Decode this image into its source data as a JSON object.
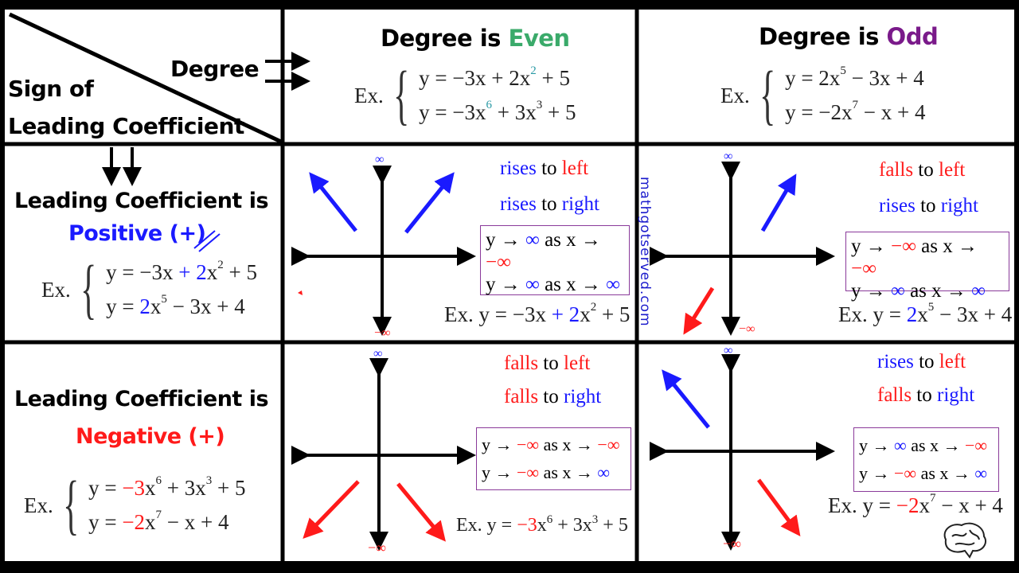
{
  "colors": {
    "blue": "#1a1aff",
    "red": "#ff1a1a",
    "teal": "#2a9aa5",
    "even": "#3aaa6a",
    "odd": "#7a1a8a",
    "box": "#8a3a9a"
  },
  "corner": {
    "degree": "Degree",
    "sign_line1": "Sign of",
    "sign_line2": "Leading Coefficient"
  },
  "header": {
    "even": {
      "prefix": "Degree is ",
      "word": "Even",
      "ex": "Ex.",
      "eq1": [
        {
          "t": "y = −3x + 2x"
        },
        {
          "s": "2",
          "c": "t"
        },
        {
          "t": " + 5"
        }
      ],
      "eq2": [
        {
          "t": "y = −3x"
        },
        {
          "s": "6",
          "c": "t"
        },
        {
          "t": " + 3x"
        },
        {
          "s": "3"
        },
        {
          "t": " + 5"
        }
      ]
    },
    "odd": {
      "prefix": "Degree is ",
      "word": "Odd",
      "ex": "Ex.",
      "eq1": [
        {
          "t": "y = 2x"
        },
        {
          "s": "5"
        },
        {
          "t": " − 3x + 4"
        }
      ],
      "eq2": [
        {
          "t": "y = −2x"
        },
        {
          "s": "7"
        },
        {
          "t": " − x + 4"
        }
      ]
    }
  },
  "rows": {
    "positive": {
      "title": "Leading Coefficient is",
      "sign": "Positive (+)",
      "ex": "Ex.",
      "eq1": [
        {
          "t": "y = −3x "
        },
        {
          "t": "+ 2",
          "c": "b"
        },
        {
          "t": "x"
        },
        {
          "s": "2"
        },
        {
          "t": " + 5"
        }
      ],
      "eq2": [
        {
          "t": "y = "
        },
        {
          "t": "2",
          "c": "b"
        },
        {
          "t": "x"
        },
        {
          "s": "5"
        },
        {
          "t": " − 3x + 4"
        }
      ]
    },
    "negative": {
      "title": "Leading Coefficient is",
      "sign": "Negative (+)",
      "ex": "Ex.",
      "eq1": [
        {
          "t": "y = "
        },
        {
          "t": "−3",
          "c": "r"
        },
        {
          "t": "x"
        },
        {
          "s": "6"
        },
        {
          "t": " + 3x"
        },
        {
          "s": "3"
        },
        {
          "t": " + 5"
        }
      ],
      "eq2": [
        {
          "t": "y = "
        },
        {
          "t": "−2",
          "c": "r"
        },
        {
          "t": "x"
        },
        {
          "s": "7"
        },
        {
          "t": " − x + 4"
        }
      ]
    }
  },
  "cells": {
    "even_pos": {
      "left": [
        {
          "t": "rises",
          "c": "b"
        },
        {
          "t": " to "
        },
        {
          "t": "left",
          "c": "r"
        }
      ],
      "right": [
        {
          "t": "rises",
          "c": "b"
        },
        {
          "t": " to "
        },
        {
          "t": "right",
          "c": "b"
        }
      ],
      "b1": [
        {
          "t": "y → "
        },
        {
          "t": "∞",
          "c": "b"
        },
        {
          "t": " as x → "
        },
        {
          "t": "−∞",
          "c": "r"
        }
      ],
      "b2": [
        {
          "t": "y → "
        },
        {
          "t": "∞",
          "c": "b"
        },
        {
          "t": " as x → "
        },
        {
          "t": "∞",
          "c": "b"
        }
      ],
      "ex": [
        {
          "t": "Ex. y = −3x "
        },
        {
          "t": "+ 2",
          "c": "b"
        },
        {
          "t": "x"
        },
        {
          "s": "2"
        },
        {
          "t": " + 5"
        }
      ],
      "top": "∞",
      "bottom": "−∞"
    },
    "odd_pos": {
      "left": [
        {
          "t": "falls",
          "c": "r"
        },
        {
          "t": " to "
        },
        {
          "t": "left",
          "c": "r"
        }
      ],
      "right": [
        {
          "t": "rises",
          "c": "b"
        },
        {
          "t": " to "
        },
        {
          "t": "right",
          "c": "b"
        }
      ],
      "b1": [
        {
          "t": "y → "
        },
        {
          "t": "−∞",
          "c": "r"
        },
        {
          "t": " as x → "
        },
        {
          "t": "−∞",
          "c": "r"
        }
      ],
      "b2": [
        {
          "t": "y → "
        },
        {
          "t": "∞",
          "c": "b"
        },
        {
          "t": " as x → "
        },
        {
          "t": "∞",
          "c": "b"
        }
      ],
      "ex": [
        {
          "t": "Ex. y = "
        },
        {
          "t": "2",
          "c": "b"
        },
        {
          "t": "x"
        },
        {
          "s": "5"
        },
        {
          "t": " − 3x + 4"
        }
      ],
      "top": "∞",
      "bottom": "−∞"
    },
    "even_neg": {
      "left": [
        {
          "t": "falls",
          "c": "r"
        },
        {
          "t": " to "
        },
        {
          "t": "left",
          "c": "r"
        }
      ],
      "right": [
        {
          "t": "falls",
          "c": "r"
        },
        {
          "t": " to "
        },
        {
          "t": "right",
          "c": "b"
        }
      ],
      "b1": [
        {
          "t": "y → "
        },
        {
          "t": "−∞",
          "c": "r"
        },
        {
          "t": " as x → "
        },
        {
          "t": "−∞",
          "c": "r"
        }
      ],
      "b2": [
        {
          "t": "y → "
        },
        {
          "t": "−∞",
          "c": "r"
        },
        {
          "t": " as x → "
        },
        {
          "t": "∞",
          "c": "b"
        }
      ],
      "ex": [
        {
          "t": "Ex. y = "
        },
        {
          "t": "−3",
          "c": "r"
        },
        {
          "t": "x"
        },
        {
          "s": "6"
        },
        {
          "t": " + 3x"
        },
        {
          "s": "3"
        },
        {
          "t": " + 5"
        }
      ],
      "top": "∞",
      "bottom": "−∞"
    },
    "odd_neg": {
      "left": [
        {
          "t": "rises",
          "c": "b"
        },
        {
          "t": " to "
        },
        {
          "t": "left",
          "c": "r"
        }
      ],
      "right": [
        {
          "t": "falls",
          "c": "r"
        },
        {
          "t": " to "
        },
        {
          "t": "right",
          "c": "b"
        }
      ],
      "b1": [
        {
          "t": "y → "
        },
        {
          "t": "∞",
          "c": "b"
        },
        {
          "t": " as x → "
        },
        {
          "t": "−∞",
          "c": "r"
        }
      ],
      "b2": [
        {
          "t": "y → "
        },
        {
          "t": "−∞",
          "c": "r"
        },
        {
          "t": " as x → "
        },
        {
          "t": "∞",
          "c": "b"
        }
      ],
      "ex": [
        {
          "t": "Ex. y = "
        },
        {
          "t": "−2",
          "c": "r"
        },
        {
          "t": "x"
        },
        {
          "s": "7"
        },
        {
          "t": " − x + 4"
        }
      ],
      "top": "∞",
      "bottom": "−∞"
    }
  },
  "watermark": "mathgotserved.com"
}
